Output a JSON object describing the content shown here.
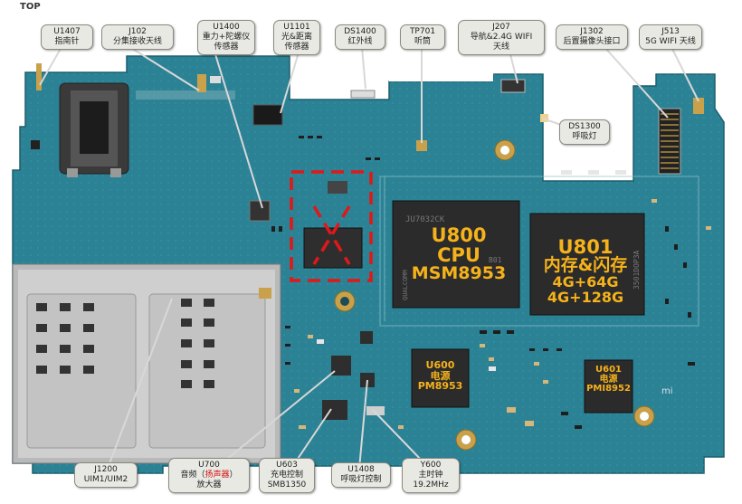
{
  "title": "TOP",
  "labels": {
    "u1407": {
      "id": "U1407",
      "text": "指南针"
    },
    "j102": {
      "id": "J102",
      "text": "分集接收天线"
    },
    "u1400": {
      "id": "U1400",
      "line2": "重力+陀螺仪",
      "line3": "传感器"
    },
    "u1101": {
      "id": "U1101",
      "line2": "光&距离",
      "line3": "传感器"
    },
    "ds1400": {
      "id": "DS1400",
      "text": "红外线"
    },
    "tp701": {
      "id": "TP701",
      "text": "听筒"
    },
    "j207": {
      "id": "J207",
      "line2": "导航&2.4G WIFI",
      "line3": "天线"
    },
    "j1302": {
      "id": "J1302",
      "text": "后置摄像头接口"
    },
    "j513": {
      "id": "J513",
      "text": "5G WIFI 天线"
    },
    "ds1300": {
      "id": "DS1300",
      "text": "呼吸灯"
    },
    "j1200": {
      "id": "J1200",
      "text": "UIM1/UIM2"
    },
    "u700": {
      "id": "U700",
      "line2_prefix": "音频（",
      "line2_red": "扬声器",
      "line2_suffix": "）",
      "line3": "放大器"
    },
    "u603": {
      "id": "U603",
      "line2": "充电控制",
      "line3": "SMB1350"
    },
    "u1408": {
      "id": "U1408",
      "text": "呼吸灯控制"
    },
    "y600": {
      "id": "Y600",
      "line2": "主时钟",
      "line3": "19.2MHz"
    }
  },
  "chips": {
    "u800": {
      "l1": "U800",
      "l2": "CPU",
      "l3": "MSM8953"
    },
    "u801": {
      "l1": "U801",
      "l2": "内存&闪存",
      "l3": "4G+64G",
      "l4": "4G+128G"
    },
    "u600": {
      "l1": "U600",
      "l2": "电源",
      "l3": "PM8953"
    },
    "u601": {
      "l1": "U601",
      "l2": "电源",
      "l3": "PMI8952"
    }
  },
  "silkscreen": {
    "cpu_marking_top": "JU7032CK",
    "cpu_marking_brand": "QUALCOMM",
    "cpu_marking_code": "B01",
    "mem_marking": "3501DOP3A",
    "mi_logo": "mi"
  },
  "colors": {
    "board": "#2c8295",
    "chip_label": "#f6b21b",
    "callout_bg": "#e9e9e4",
    "red_mark": "#e01818"
  }
}
